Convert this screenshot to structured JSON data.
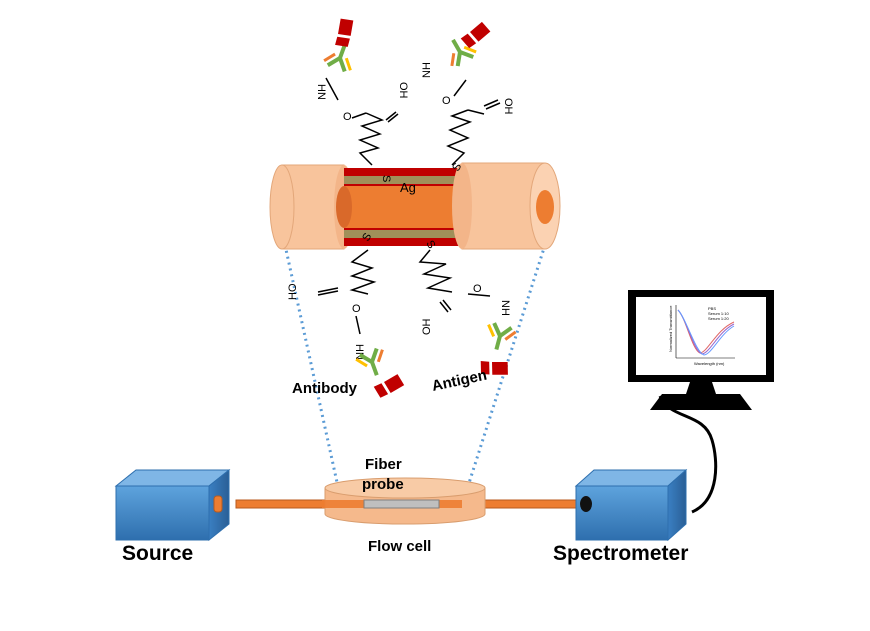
{
  "labels": {
    "source": "Source",
    "spectrometer": "Spectrometer",
    "flow_cell": "Flow cell",
    "fiber_probe_line1": "Fiber",
    "fiber_probe_line2": "probe",
    "antibody": "Antibody",
    "antigen": "Antigen",
    "ag": "Ag"
  },
  "chemistry": {
    "s": "S",
    "oh": "OH",
    "o": "O",
    "nh": "NH",
    "hn": "HN",
    "ho": "HO"
  },
  "monitor_plot": {
    "legend": [
      "PBS",
      "Serum 1:10",
      "Serum 1:20"
    ],
    "ylabel": "Normalized Transmittance",
    "xlabel": "Wavelength (nm)"
  },
  "colors": {
    "fiber_core_orange": "#ed7d31",
    "fiber_cladding_peach": "#f8c49c",
    "silver_layer_red": "#c00000",
    "box_blue": "#2e75b6",
    "flow_cell": "#f5b98c",
    "dotted_line": "#5b9bd5",
    "antibody_green": "#70ad47",
    "antibody_yellow": "#ffc000",
    "antigen_red": "#c00000"
  }
}
